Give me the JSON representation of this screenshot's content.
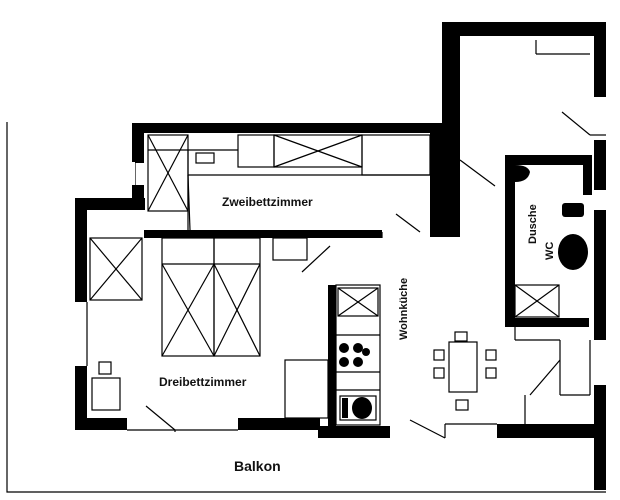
{
  "rooms": {
    "zweibett": "Zweibettzimmer",
    "dreibett": "Dreibettzimmer",
    "wohnkueche": "Wohnküche",
    "dusche": "Dusche",
    "wc": "WC",
    "balkon": "Balkon"
  },
  "colors": {
    "wall": "#000000",
    "line": "#000000",
    "background": "#ffffff"
  }
}
